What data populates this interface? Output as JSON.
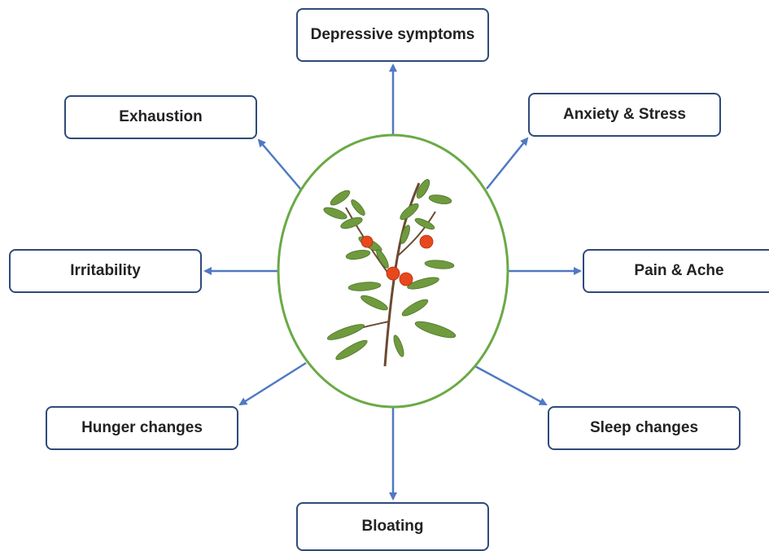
{
  "diagram": {
    "center_image": "plant-with-red-berries",
    "colors": {
      "arrow": "#4f79c3",
      "ellipse_border": "#6aaa45",
      "box_border": "#2f4a7a",
      "berry": "#e8481e",
      "leaf": "#6f9a3e"
    },
    "nodes": {
      "depressive": "Depressive symptoms",
      "exhaustion": "Exhaustion",
      "anxiety": "Anxiety & Stress",
      "irritability": "Irritability",
      "pain": "Pain & Ache",
      "hunger": "Hunger changes",
      "sleep": "Sleep changes",
      "bloating": "Bloating"
    }
  }
}
